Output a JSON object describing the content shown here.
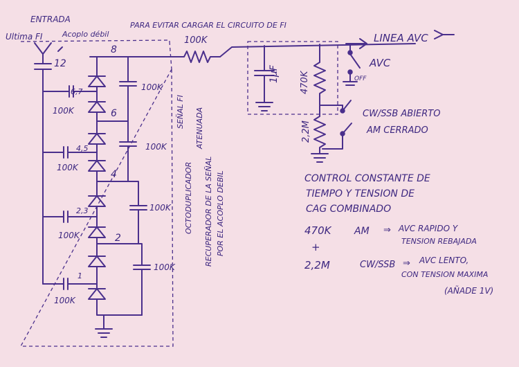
{
  "labels": {
    "entrada": "ENTRADA",
    "ultima_fi": "Ultima FI",
    "acoplo_debil": "Acoplo débil",
    "para_evitar": "PARA EVITAR CARGAR EL CIRCUITO DE FI",
    "res_100k_series": "100K",
    "linea_avc": "LINEA AVC",
    "avc": "AVC",
    "off": "OFF",
    "cap_1uf": "1µF",
    "res_470k": "470K",
    "res_2_2m": "2,2M",
    "cw_ssb_switch": "CW/SSB ABIERTO",
    "am_switch": "AM CERRADO",
    "cap_12": "12",
    "node_8": "8",
    "node_6": "6",
    "node_4": "4",
    "node_2": "2",
    "cap_6_7": "6,7",
    "cap_4_5": "4,5",
    "cap_2_3": "2,3",
    "cap_1": "1",
    "cap_100k": "100K",
    "vert_senal_fi": "SEÑAL FI",
    "vert_atenuada": "ATENUADA",
    "vert_octoduplicador": "OCTODUPLICADOR",
    "vert_recuperador": "RECUPERADOR DE LA SEÑAL",
    "vert_por_acoplo": "POR EL ACOPLO DEBIL",
    "note_line1": "CONTROL CONSTANTE DE",
    "note_line2": "TIEMPO Y TENSION DE",
    "note_line3": "CAG COMBINADO",
    "note_470k": "470K",
    "note_am": "AM",
    "note_avc_rapido": "AVC RAPIDO Y",
    "note_tension_rebajada": "TENSION REBAJADA",
    "note_plus": "+",
    "note_2_2m": "2,2M",
    "note_cw_ssb": "CW/SSB",
    "note_avc_lento": "AVC LENTO,",
    "note_tension_maxima": "CON TENSION MAXIMA",
    "note_anade": "(AÑADE 1V)"
  },
  "colors": {
    "paper": "#f5dfe6",
    "ink": "#4a2f8c"
  }
}
